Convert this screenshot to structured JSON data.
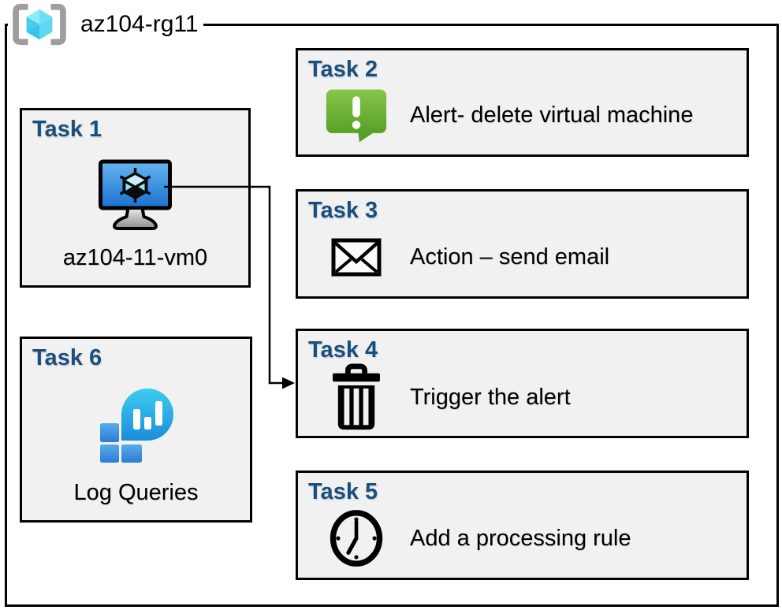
{
  "resource_group": {
    "label": "az104-rg11",
    "icon": "resource-group-icon"
  },
  "tasks": [
    {
      "title": "Task 1",
      "label": "az104-11-vm0",
      "icon": "virtual-machine-icon"
    },
    {
      "title": "Task 2",
      "label": "Alert- delete virtual machine",
      "icon": "alert-message-icon"
    },
    {
      "title": "Task 3",
      "label": "Action – send email",
      "icon": "email-envelope-icon"
    },
    {
      "title": "Task 4",
      "label": "Trigger the alert",
      "icon": "trash-icon"
    },
    {
      "title": "Task 5",
      "label": "Add a processing rule",
      "icon": "clock-icon"
    },
    {
      "title": "Task 6",
      "label": "Log Queries",
      "icon": "log-analytics-icon"
    }
  ],
  "connector": {
    "from": "Task 1",
    "to": "Task 4",
    "style": "elbow-arrow"
  },
  "colors": {
    "heading_blue": "#1C4E79",
    "card_fill": "#F1F1F1",
    "border_black": "#000000",
    "alert_green_light": "#87C54A",
    "alert_green_dark": "#58A027",
    "vm_screen_light": "#66B5F0",
    "vm_screen_dark": "#1A71CF",
    "cube_cyan_light": "#8FEAFA",
    "cube_cyan_dark": "#35C5E7",
    "log_bubble_light": "#3ECDF2",
    "log_bubble_dark": "#1C8CD8",
    "log_square_light": "#58ACEA",
    "log_square_dark": "#2C7CD4",
    "bracket_gray": "#9E9E9E"
  }
}
